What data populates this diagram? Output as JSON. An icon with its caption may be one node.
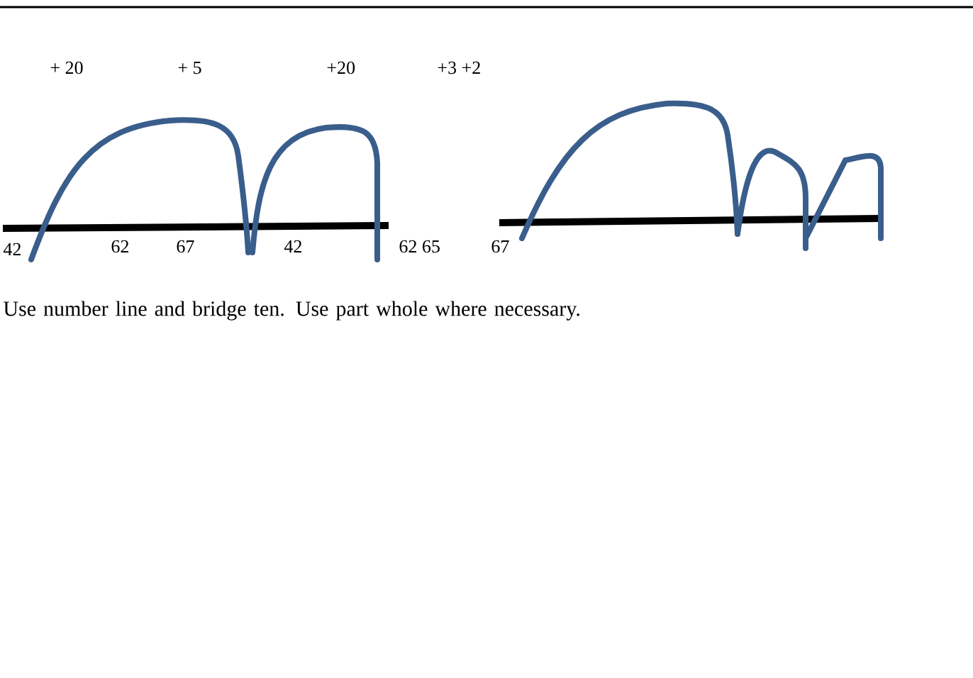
{
  "diagram": {
    "caption": "Use number line and bridge ten. Use part whole where necessary.",
    "labels": [
      "+ 20",
      "+ 5",
      "+20",
      "+3 +2",
      "42",
      "62",
      "67",
      "42",
      "62 65",
      "67"
    ]
  }
}
